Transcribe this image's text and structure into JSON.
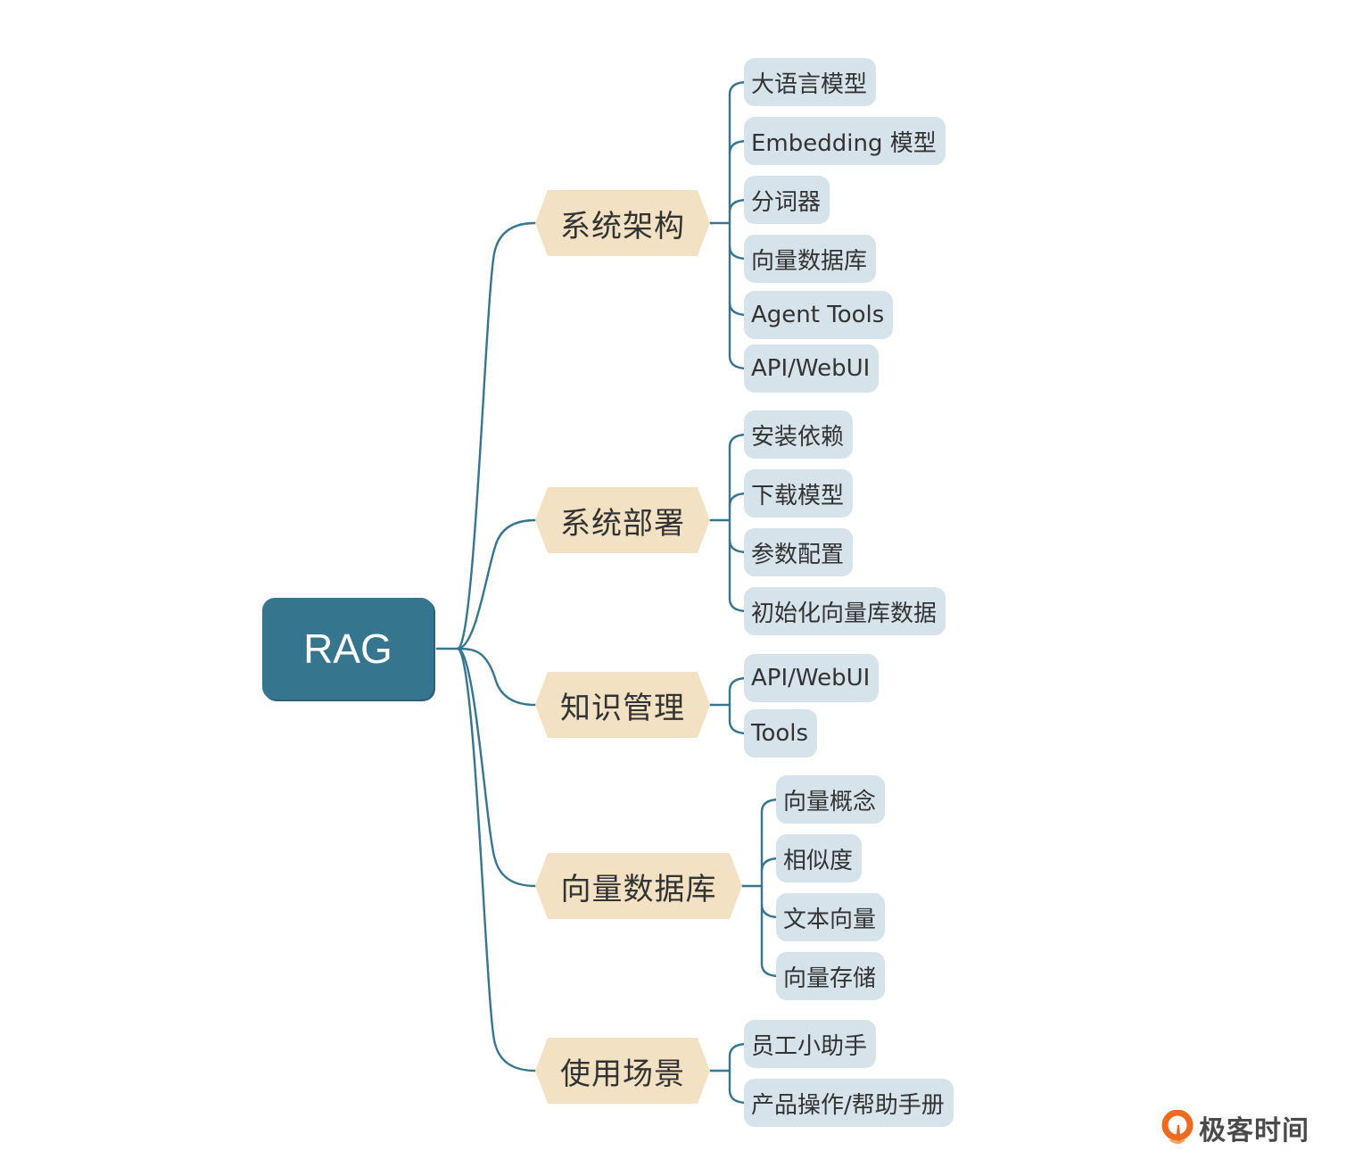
{
  "diagram": {
    "type": "mindmap",
    "root": {
      "label": "RAG"
    },
    "colors": {
      "root_fill": "#35758d",
      "branch_fill": "#f2e2c3",
      "leaf_fill": "#d6e3ea",
      "edge": "#35758d",
      "text": "#333333"
    },
    "branches": [
      {
        "label": "系统架构",
        "children": [
          "大语言模型",
          "Embedding 模型",
          "分词器",
          "向量数据库",
          "Agent Tools",
          "API/WebUI"
        ]
      },
      {
        "label": "系统部署",
        "children": [
          "安装依赖",
          "下载模型",
          "参数配置",
          "初始化向量库数据"
        ]
      },
      {
        "label": "知识管理",
        "children": [
          "API/WebUI",
          "Tools"
        ]
      },
      {
        "label": "向量数据库",
        "children": [
          "向量概念",
          "相似度",
          "文本向量",
          "向量存储"
        ]
      },
      {
        "label": "使用场景",
        "children": [
          "员工小助手",
          "产品操作/帮助手册"
        ]
      }
    ]
  },
  "watermark": {
    "text": "极客时间",
    "icon": "geektime-logo-icon",
    "color": "#ee6a1f"
  }
}
